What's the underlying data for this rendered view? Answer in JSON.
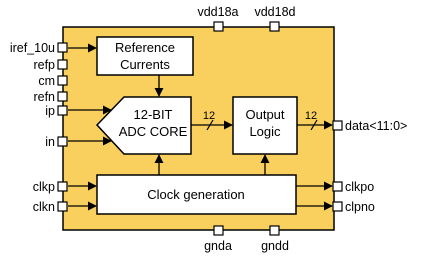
{
  "diagram": {
    "colors": {
      "chip_fill": "#f9cf5e",
      "block_fill": "#ffffff",
      "stroke": "#000000",
      "page_background": "#ffffff"
    },
    "blocks": {
      "reference": {
        "line1": "Reference",
        "line2": "Currents"
      },
      "adc": {
        "line1": "12-BIT",
        "line2": "ADC CORE"
      },
      "output": {
        "line1": "Output",
        "line2": "Logic"
      },
      "clock": {
        "label": "Clock generation"
      }
    },
    "pins": {
      "top": [
        "vdd18a",
        "vdd18d"
      ],
      "bottom": [
        "gnda",
        "gndd"
      ],
      "left": [
        "iref_10u",
        "refp",
        "cm",
        "refn",
        "ip",
        "in",
        "clkp",
        "clkn"
      ],
      "right": [
        "data<11:0>",
        "clkpo",
        "clpno"
      ]
    },
    "bus_widths": {
      "adc_to_output": "12",
      "output_to_data": "12"
    }
  }
}
